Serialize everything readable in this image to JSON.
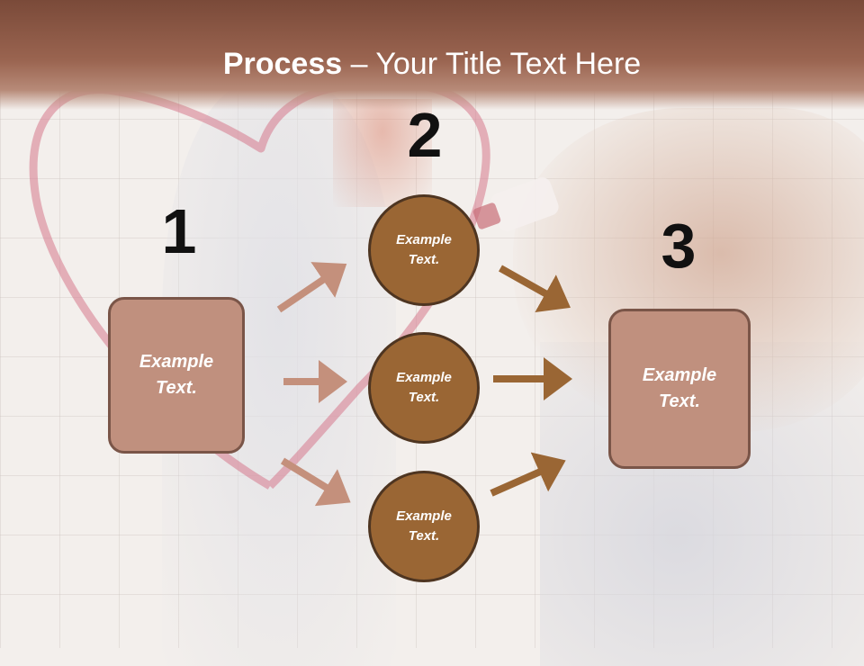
{
  "title": {
    "bold": "Process",
    "rest": " – Your Title Text Here"
  },
  "steps": {
    "one": "1",
    "two": "2",
    "three": "3"
  },
  "nodes": {
    "left_box": "Example Text.",
    "circle_top": "Example Text.",
    "circle_middle": "Example Text.",
    "circle_bottom": "Example Text.",
    "right_box": "Example Text."
  },
  "colors": {
    "title_bar": "#9a6450",
    "box_fill": "#c0907e",
    "box_border": "#7a5548",
    "circle_fill": "#9a6634",
    "circle_border": "#4e3521",
    "arrow_light": "#c4907c",
    "arrow_dark": "#9a6634"
  }
}
